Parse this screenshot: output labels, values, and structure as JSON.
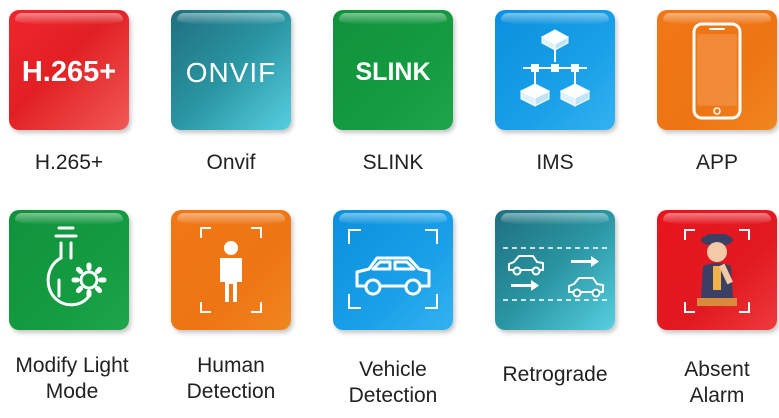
{
  "features": [
    {
      "id": "h265",
      "tile_text": "H.265+",
      "label": [
        "H.265+"
      ],
      "icon": "h265-text-icon"
    },
    {
      "id": "onvif",
      "tile_text": "ONVIF",
      "label": [
        "Onvif"
      ],
      "icon": "onvif-logo-icon"
    },
    {
      "id": "slink",
      "tile_text": "SLINK",
      "label": [
        "SLINK"
      ],
      "icon": "slink-text-icon"
    },
    {
      "id": "ims",
      "label": [
        "IMS"
      ],
      "icon": "network-topology-icon"
    },
    {
      "id": "app",
      "label": [
        "APP"
      ],
      "icon": "smartphone-icon"
    },
    {
      "id": "light",
      "label": [
        "Modify Light",
        "Mode"
      ],
      "icon": "lightbulb-gear-icon"
    },
    {
      "id": "human",
      "label": [
        "Human",
        "Detection"
      ],
      "icon": "person-frame-icon"
    },
    {
      "id": "vehicle",
      "label": [
        "Vehicle",
        "Detection"
      ],
      "icon": "car-frame-icon"
    },
    {
      "id": "retrograde",
      "label": [
        "Retrograde"
      ],
      "icon": "cars-arrows-icon"
    },
    {
      "id": "absent",
      "label": [
        "Absent",
        "Alarm"
      ],
      "icon": "guard-frame-icon"
    }
  ],
  "colors": {
    "h265": "#e12024",
    "onvif": "#2a95a2",
    "slink": "#149b40",
    "ims": "#1aa0e8",
    "app": "#ee7514",
    "light": "#149b40",
    "human": "#ee7514",
    "vehicle": "#1aa0e8",
    "retrograde": "#2a95a2",
    "absent": "#e11a21"
  }
}
